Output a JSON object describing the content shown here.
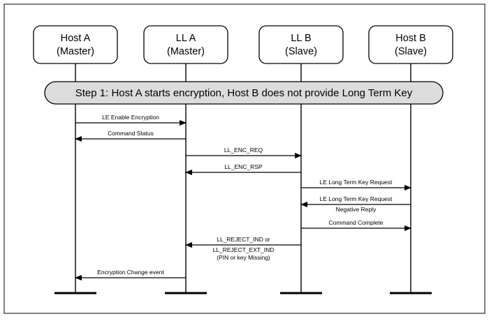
{
  "participants": [
    {
      "id": "host-a",
      "line1": "Host A",
      "line2": "(Master)"
    },
    {
      "id": "ll-a",
      "line1": "LL A",
      "line2": "(Master)"
    },
    {
      "id": "ll-b",
      "line1": "LL B",
      "line2": "(Slave)"
    },
    {
      "id": "host-b",
      "line1": "Host B",
      "line2": "(Slave)"
    }
  ],
  "step": {
    "label": "Step 1: Host A starts encryption, Host B does not provide Long Term Key"
  },
  "messages": [
    {
      "id": "le-enable-encryption",
      "from": 0,
      "to": 1,
      "lines": [
        "LE Enable Encryption"
      ]
    },
    {
      "id": "command-status",
      "from": 1,
      "to": 0,
      "lines": [
        "Command Status"
      ]
    },
    {
      "id": "ll-enc-req",
      "from": 1,
      "to": 2,
      "lines": [
        "LL_ENC_REQ"
      ]
    },
    {
      "id": "ll-enc-rsp",
      "from": 2,
      "to": 1,
      "lines": [
        "LL_ENC_RSP"
      ]
    },
    {
      "id": "le-ltk-request",
      "from": 2,
      "to": 3,
      "lines": [
        "LE Long Term Key Request"
      ]
    },
    {
      "id": "le-ltk-request-negative-reply",
      "from": 3,
      "to": 2,
      "lines": [
        "LE Long Term Key Request",
        "Negative Reply"
      ]
    },
    {
      "id": "command-complete",
      "from": 2,
      "to": 3,
      "lines": [
        "Command Complete"
      ]
    },
    {
      "id": "ll-reject-ind",
      "from": 2,
      "to": 1,
      "lines": [
        "LL_REJECT_IND or",
        "LL_REJECT_EXT_IND",
        "(PIN or key Missing)"
      ]
    },
    {
      "id": "encryption-change-event",
      "from": 1,
      "to": 0,
      "lines": [
        "Encryption Change event"
      ]
    }
  ]
}
